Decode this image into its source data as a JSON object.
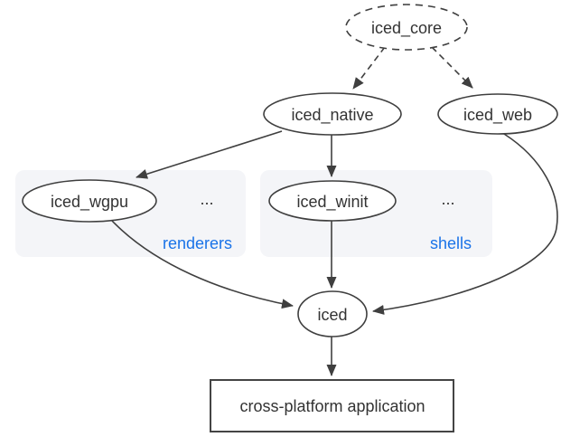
{
  "colors": {
    "background": "#ffffff",
    "node_fill": "#ffffff",
    "stroke": "#3f3f3f",
    "text": "#333333",
    "group_fill": "#f4f5f8",
    "group_label": "#1a73e8"
  },
  "nodes": {
    "iced_core": {
      "label": "iced_core",
      "shape": "ellipse",
      "border": "dashed"
    },
    "iced_native": {
      "label": "iced_native",
      "shape": "ellipse",
      "border": "solid"
    },
    "iced_web": {
      "label": "iced_web",
      "shape": "ellipse",
      "border": "solid"
    },
    "iced_wgpu": {
      "label": "iced_wgpu",
      "shape": "ellipse",
      "border": "solid",
      "group": "renderers"
    },
    "iced_winit": {
      "label": "iced_winit",
      "shape": "ellipse",
      "border": "solid",
      "group": "shells"
    },
    "iced": {
      "label": "iced",
      "shape": "ellipse",
      "border": "solid"
    },
    "application": {
      "label": "cross-platform application",
      "shape": "rectangle",
      "border": "solid"
    }
  },
  "groups": {
    "renderers": {
      "label": "renderers",
      "more": "..."
    },
    "shells": {
      "label": "shells",
      "more": "..."
    }
  },
  "edges": [
    {
      "from": "iced_core",
      "to": "iced_native",
      "style": "dashed"
    },
    {
      "from": "iced_core",
      "to": "iced_web",
      "style": "dashed"
    },
    {
      "from": "iced_native",
      "to": "iced_wgpu",
      "style": "solid"
    },
    {
      "from": "iced_native",
      "to": "iced_winit",
      "style": "solid"
    },
    {
      "from": "iced_wgpu",
      "to": "iced",
      "style": "solid"
    },
    {
      "from": "iced_winit",
      "to": "iced",
      "style": "solid"
    },
    {
      "from": "iced_web",
      "to": "iced",
      "style": "solid"
    },
    {
      "from": "iced",
      "to": "application",
      "style": "solid"
    }
  ]
}
